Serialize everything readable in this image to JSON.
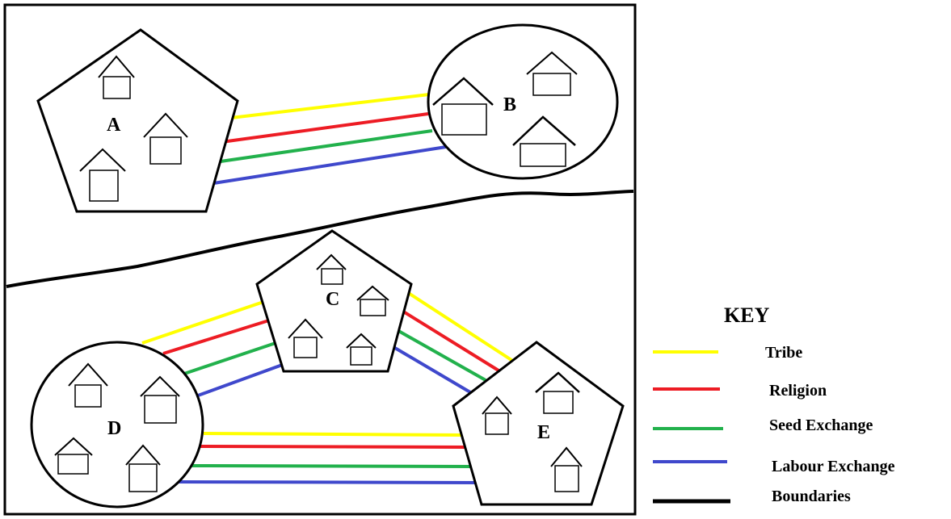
{
  "settlements": {
    "a": "A",
    "b": "B",
    "c": "C",
    "d": "D",
    "e": "E"
  },
  "key": {
    "title": "KEY",
    "items": [
      {
        "label": "Tribe",
        "color": "#ffff00"
      },
      {
        "label": "Religion",
        "color": "#ed1c24"
      },
      {
        "label": "Seed Exchange",
        "color": "#22b14c"
      },
      {
        "label": "Labour Exchange",
        "color": "#3f48cc"
      },
      {
        "label": "Boundaries",
        "color": "#000000"
      }
    ]
  },
  "link_colors": {
    "tribe": "#ffff00",
    "religion": "#ed1c24",
    "seed": "#22b14c",
    "labour": "#3f48cc"
  }
}
